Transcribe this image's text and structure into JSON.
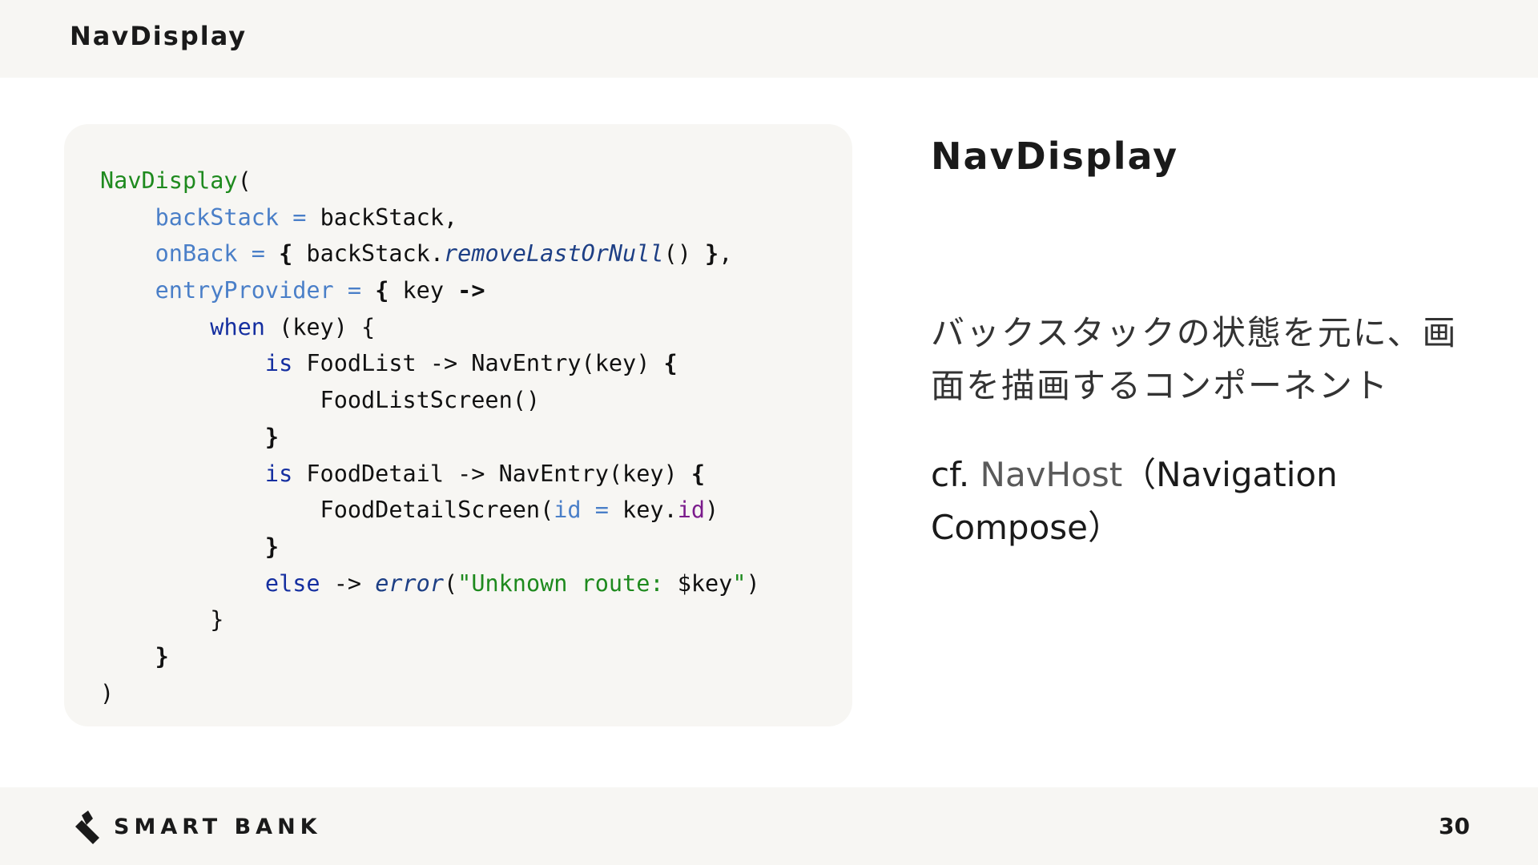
{
  "header": {
    "title": "NavDisplay"
  },
  "code": {
    "lines": [
      [
        {
          "t": "NavDisplay",
          "c": "c-fn"
        },
        {
          "t": "(",
          "c": "c-plain"
        }
      ],
      [
        {
          "t": "    ",
          "c": "c-plain"
        },
        {
          "t": "backStack",
          "c": "c-param"
        },
        {
          "t": " = ",
          "c": "c-param"
        },
        {
          "t": "backStack,",
          "c": "c-plain"
        }
      ],
      [
        {
          "t": "    ",
          "c": "c-plain"
        },
        {
          "t": "onBack",
          "c": "c-param"
        },
        {
          "t": " = ",
          "c": "c-param"
        },
        {
          "t": "{",
          "c": "c-bold"
        },
        {
          "t": " backStack.",
          "c": "c-plain"
        },
        {
          "t": "removeLastOrNull",
          "c": "c-ital"
        },
        {
          "t": "() ",
          "c": "c-plain"
        },
        {
          "t": "}",
          "c": "c-bold"
        },
        {
          "t": ",",
          "c": "c-plain"
        }
      ],
      [
        {
          "t": "    ",
          "c": "c-plain"
        },
        {
          "t": "entryProvider",
          "c": "c-param"
        },
        {
          "t": " = ",
          "c": "c-param"
        },
        {
          "t": "{",
          "c": "c-bold"
        },
        {
          "t": " key ",
          "c": "c-plain"
        },
        {
          "t": "->",
          "c": "c-bold"
        }
      ],
      [
        {
          "t": "        ",
          "c": "c-plain"
        },
        {
          "t": "when",
          "c": "c-kw"
        },
        {
          "t": " (key) {",
          "c": "c-plain"
        }
      ],
      [
        {
          "t": "            ",
          "c": "c-plain"
        },
        {
          "t": "is",
          "c": "c-kw"
        },
        {
          "t": " FoodList -> NavEntry(key) ",
          "c": "c-plain"
        },
        {
          "t": "{",
          "c": "c-bold"
        }
      ],
      [
        {
          "t": "                FoodListScreen()",
          "c": "c-plain"
        }
      ],
      [
        {
          "t": "            ",
          "c": "c-plain"
        },
        {
          "t": "}",
          "c": "c-bold"
        }
      ],
      [
        {
          "t": "            ",
          "c": "c-plain"
        },
        {
          "t": "is",
          "c": "c-kw"
        },
        {
          "t": " FoodDetail -> NavEntry(key) ",
          "c": "c-plain"
        },
        {
          "t": "{",
          "c": "c-bold"
        }
      ],
      [
        {
          "t": "                FoodDetailScreen(",
          "c": "c-plain"
        },
        {
          "t": "id",
          "c": "c-param"
        },
        {
          "t": " = ",
          "c": "c-param"
        },
        {
          "t": "key.",
          "c": "c-plain"
        },
        {
          "t": "id",
          "c": "c-prop"
        },
        {
          "t": ")",
          "c": "c-plain"
        }
      ],
      [
        {
          "t": "            ",
          "c": "c-plain"
        },
        {
          "t": "}",
          "c": "c-bold"
        }
      ],
      [
        {
          "t": "            ",
          "c": "c-plain"
        },
        {
          "t": "else",
          "c": "c-kw"
        },
        {
          "t": " -> ",
          "c": "c-plain"
        },
        {
          "t": "error",
          "c": "c-err"
        },
        {
          "t": "(",
          "c": "c-plain"
        },
        {
          "t": "\"Unknown route: ",
          "c": "c-str"
        },
        {
          "t": "$key",
          "c": "c-plain"
        },
        {
          "t": "\"",
          "c": "c-str"
        },
        {
          "t": ")",
          "c": "c-plain"
        }
      ],
      [
        {
          "t": "        }",
          "c": "c-plain"
        }
      ],
      [
        {
          "t": "    ",
          "c": "c-plain"
        },
        {
          "t": "}",
          "c": "c-bold"
        }
      ],
      [
        {
          "t": ")",
          "c": "c-plain"
        }
      ]
    ]
  },
  "side": {
    "title": "NavDisplay",
    "description": "バックスタックの状態を元に、画面を描画するコンポーネント",
    "cf_label": "cf. ",
    "cf_link": "NavHost",
    "cf_rest": "（Navigation Compose）"
  },
  "footer": {
    "logo_text": "SMART BANK",
    "page_number": "30"
  },
  "colors": {
    "background": "#ffffff",
    "panel": "#f7f6f3",
    "code_function": "#1e8a1e",
    "code_param": "#4a7fc8",
    "code_keyword": "#152fa0",
    "code_property": "#7b1c8c"
  }
}
